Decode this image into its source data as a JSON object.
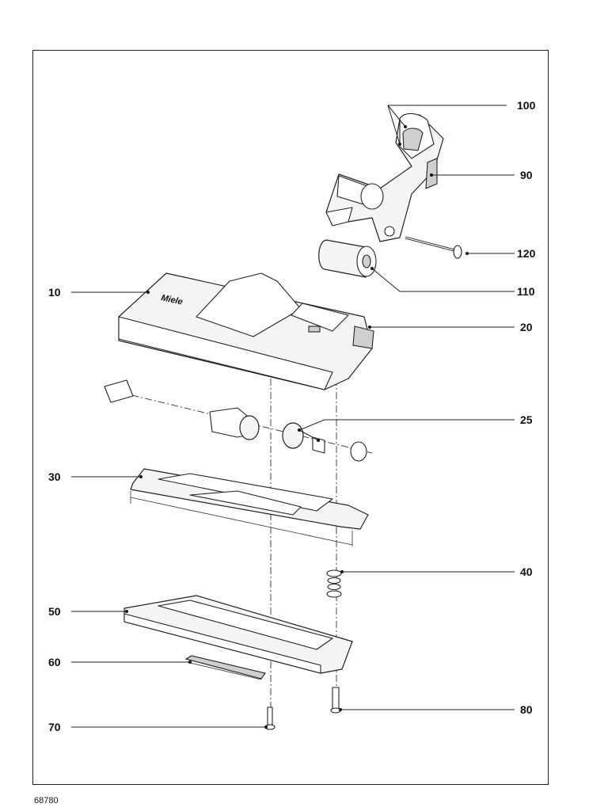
{
  "diagram": {
    "drawing_number": "68780",
    "brand_mark": "Miele",
    "callouts": [
      "100",
      "90",
      "120",
      "110",
      "10",
      "20",
      "25",
      "30",
      "40",
      "50",
      "60",
      "80",
      "70"
    ]
  }
}
